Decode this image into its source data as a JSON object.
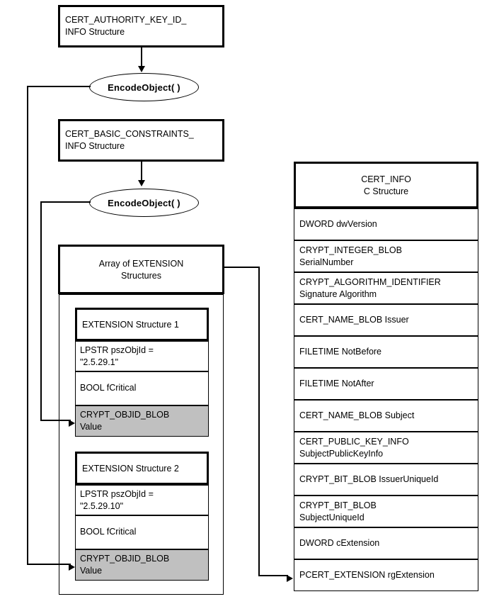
{
  "diagram": {
    "title": "CERT_INFO structure encoding flow",
    "colors": {
      "line": "#000000",
      "box_fill": "#ffffff",
      "highlight_fill": "#c0c0c0"
    },
    "left_column": {
      "auth_key_box": {
        "label": "CERT_AUTHORITY_KEY_ID_\nINFO Structure"
      },
      "encode_object_1": {
        "label": "EncodeObject( )"
      },
      "basic_constraints_box": {
        "label": "CERT_BASIC_CONSTRAINTS_\nINFO Structure"
      },
      "encode_object_2": {
        "label": "EncodeObject( )"
      },
      "array_box": {
        "label": "Array of EXTENSION\nStructures"
      },
      "extension_structures": [
        {
          "header": "EXTENSION Structure 1",
          "fields": [
            {
              "label": "LPSTR  pszObjId =\n\"2.5.29.1\"",
              "highlight": false
            },
            {
              "label": "BOOL  fCritical",
              "highlight": false
            },
            {
              "label": "CRYPT_OBJID_BLOB\nValue",
              "highlight": true
            }
          ]
        },
        {
          "header": "EXTENSION Structure 2",
          "fields": [
            {
              "label": "LPSTR  pszObjId =\n\"2.5.29.10\"",
              "highlight": false
            },
            {
              "label": "BOOL  fCritical",
              "highlight": false
            },
            {
              "label": "CRYPT_OBJID_BLOB\nValue",
              "highlight": true
            }
          ]
        }
      ]
    },
    "cert_info": {
      "header": "CERT_INFO\nC Structure",
      "rows": [
        {
          "label": "DWORD dwVersion"
        },
        {
          "label": "CRYPT_INTEGER_BLOB\nSerialNumber"
        },
        {
          "label": "CRYPT_ALGORITHM_IDENTIFIER\nSignature Algorithm"
        },
        {
          "label": "CERT_NAME_BLOB Issuer"
        },
        {
          "label": "FILETIME NotBefore"
        },
        {
          "label": "FILETIME NotAfter"
        },
        {
          "label": "CERT_NAME_BLOB Subject"
        },
        {
          "label": "CERT_PUBLIC_KEY_INFO\nSubjectPublicKeyInfo"
        },
        {
          "label": "CRYPT_BIT_BLOB IssuerUniqueId"
        },
        {
          "label": "CRYPT_BIT_BLOB\nSubjectUniqueId"
        },
        {
          "label": "DWORD cExtension"
        },
        {
          "label": "PCERT_EXTENSION rgExtension"
        }
      ]
    }
  }
}
